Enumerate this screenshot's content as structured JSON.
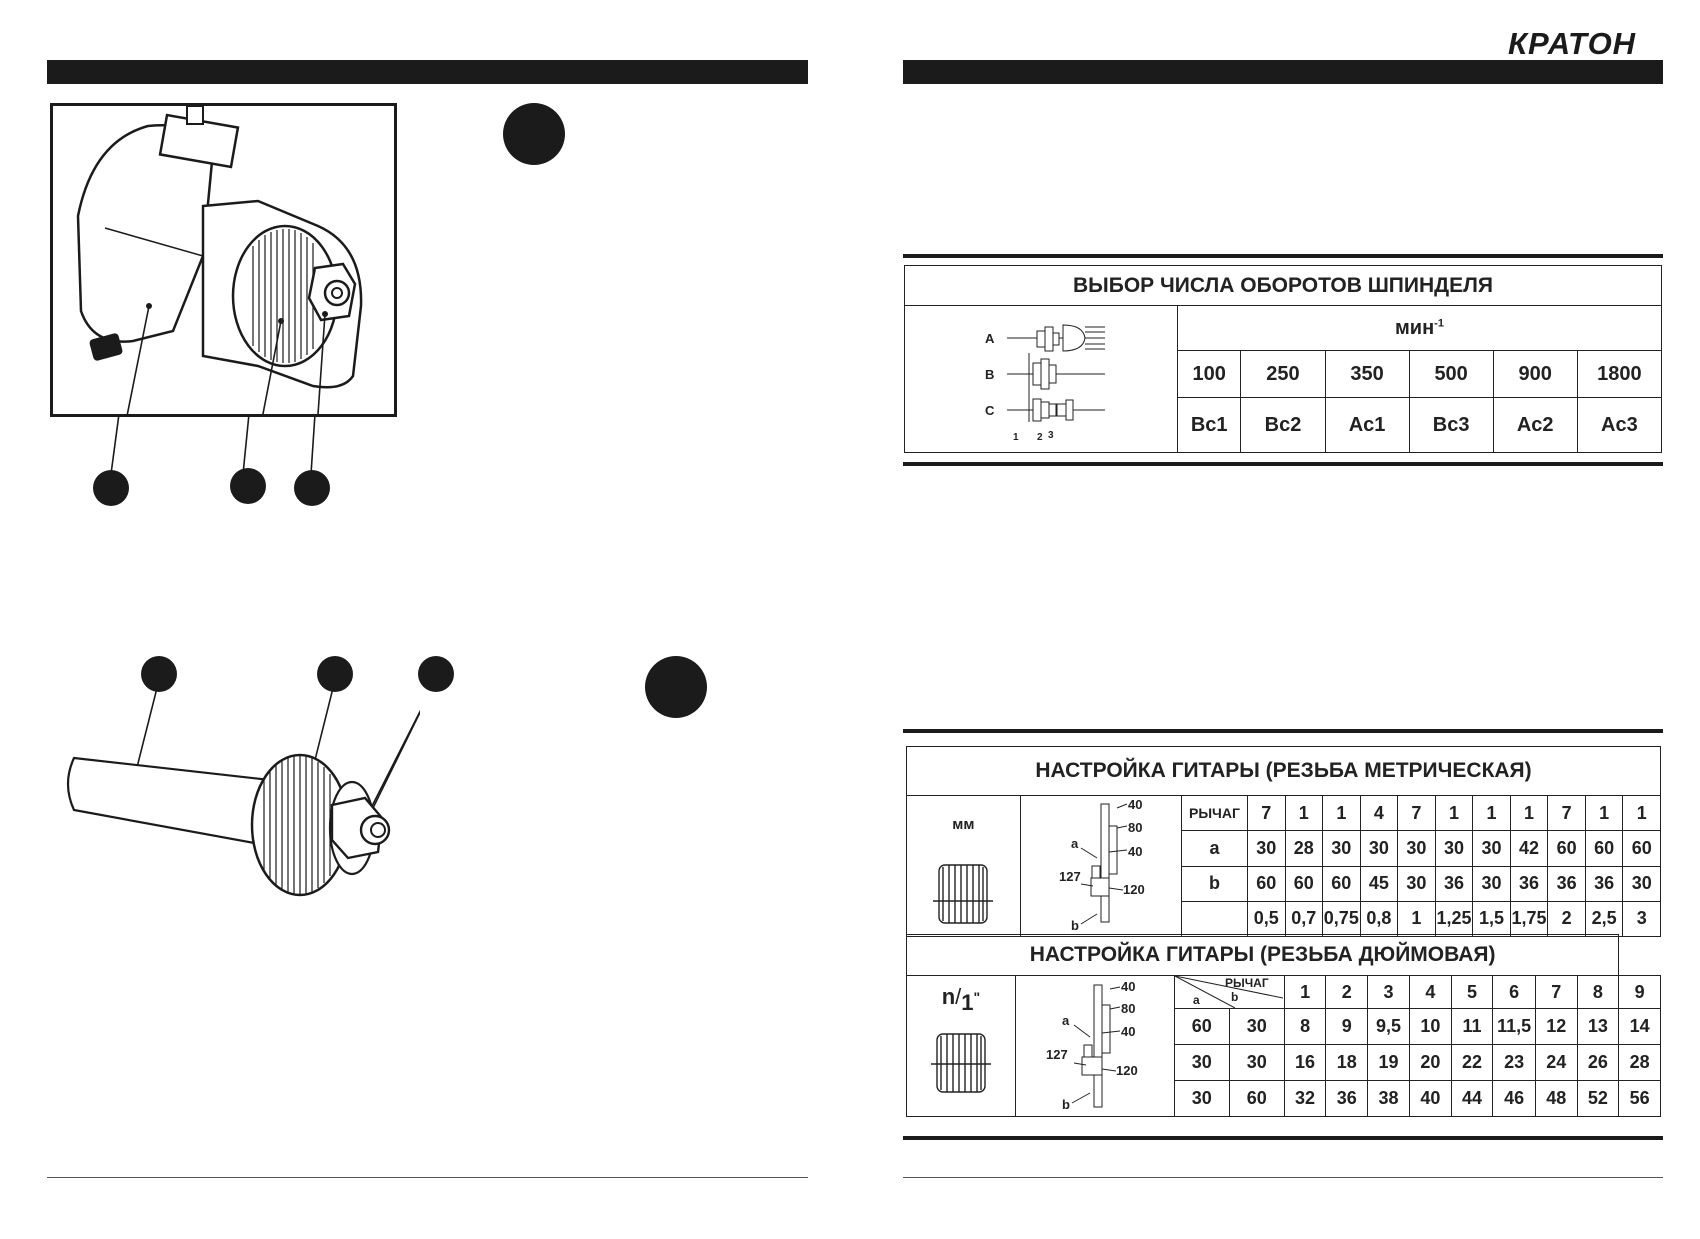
{
  "brand": {
    "logo_text": "КРАТОН"
  },
  "spindle_table": {
    "title": "ВЫБОР ЧИСЛА ОБОРОТОВ ШПИНДЕЛЯ",
    "unit": "мин",
    "unit_sup": "-1",
    "diagram_rows": [
      "A",
      "B",
      "C"
    ],
    "diagram_nums": [
      "1",
      "2",
      "3"
    ],
    "speeds": [
      "100",
      "250",
      "350",
      "500",
      "900",
      "1800"
    ],
    "settings": [
      "Bc1",
      "Bc2",
      "Ac1",
      "Bc3",
      "Ac2",
      "Ac3"
    ]
  },
  "metric_table": {
    "title": "НАСТРОЙКА ГИТАРЫ (РЕЗЬБА МЕТРИЧЕСКАЯ)",
    "unit": "мм",
    "gear_labels": {
      "g40a": "40",
      "g80": "80",
      "g40b": "40",
      "g127": "127",
      "g120": "120",
      "a": "a",
      "b": "b"
    },
    "row_labels": [
      "РЫЧАГ",
      "a",
      "b",
      ""
    ],
    "lever": [
      "7",
      "1",
      "1",
      "4",
      "7",
      "1",
      "1",
      "1",
      "7",
      "1",
      "1"
    ],
    "a": [
      "30",
      "28",
      "30",
      "30",
      "30",
      "30",
      "30",
      "42",
      "60",
      "60",
      "60"
    ],
    "b": [
      "60",
      "60",
      "60",
      "45",
      "30",
      "36",
      "30",
      "36",
      "36",
      "36",
      "30"
    ],
    "pitch": [
      "0,5",
      "0,7",
      "0,75",
      "0,8",
      "1",
      "1,25",
      "1,5",
      "1,75",
      "2",
      "2,5",
      "3"
    ]
  },
  "inch_table": {
    "title": "НАСТРОЙКА ГИТАРЫ (РЕЗЬБА ДЮЙМОВАЯ)",
    "unit_n": "n",
    "unit_1": "1",
    "unit_inch": "\"",
    "gear_labels": {
      "g40a": "40",
      "g80": "80",
      "g40b": "40",
      "g127": "127",
      "g120": "120",
      "a": "a",
      "b": "b"
    },
    "header": {
      "lever": "РЫЧАГ",
      "a": "a",
      "b": "b"
    },
    "lever": [
      "1",
      "2",
      "3",
      "4",
      "5",
      "6",
      "7",
      "8",
      "9"
    ],
    "rows": [
      {
        "a": "60",
        "b": "30",
        "values": [
          "8",
          "9",
          "9,5",
          "10",
          "11",
          "11,5",
          "12",
          "13",
          "14"
        ]
      },
      {
        "a": "30",
        "b": "30",
        "values": [
          "16",
          "18",
          "19",
          "20",
          "22",
          "23",
          "24",
          "26",
          "28"
        ]
      },
      {
        "a": "30",
        "b": "60",
        "values": [
          "32",
          "36",
          "38",
          "40",
          "44",
          "46",
          "48",
          "52",
          "56"
        ]
      }
    ]
  },
  "colors": {
    "ink": "#1b1b1b",
    "paper": "#ffffff"
  }
}
